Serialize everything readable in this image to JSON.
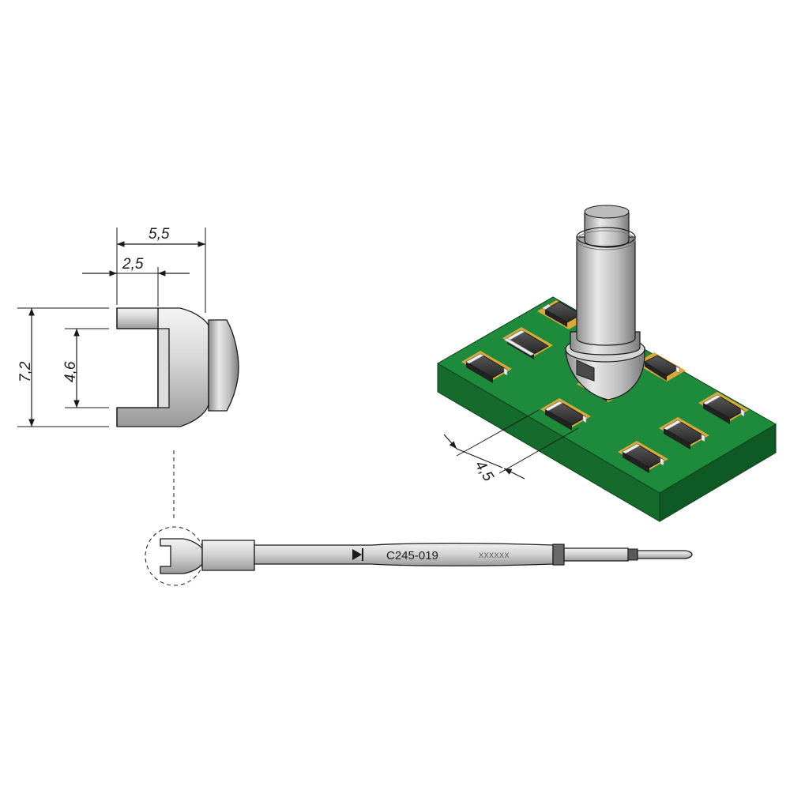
{
  "drawing": {
    "dimensions": {
      "width_total": "5,5",
      "width_slot": "2,5",
      "height_total": "7,2",
      "height_slot": "4,6",
      "pitch": "4,5"
    },
    "tip": {
      "part_number": "C245-019",
      "serial": "XXXXXX"
    },
    "colors": {
      "pcb_green": "#1e8a3c",
      "pcb_side": "#146b2b",
      "pad_gold": "#d8a93a",
      "metal": "#c8c8c8"
    }
  }
}
